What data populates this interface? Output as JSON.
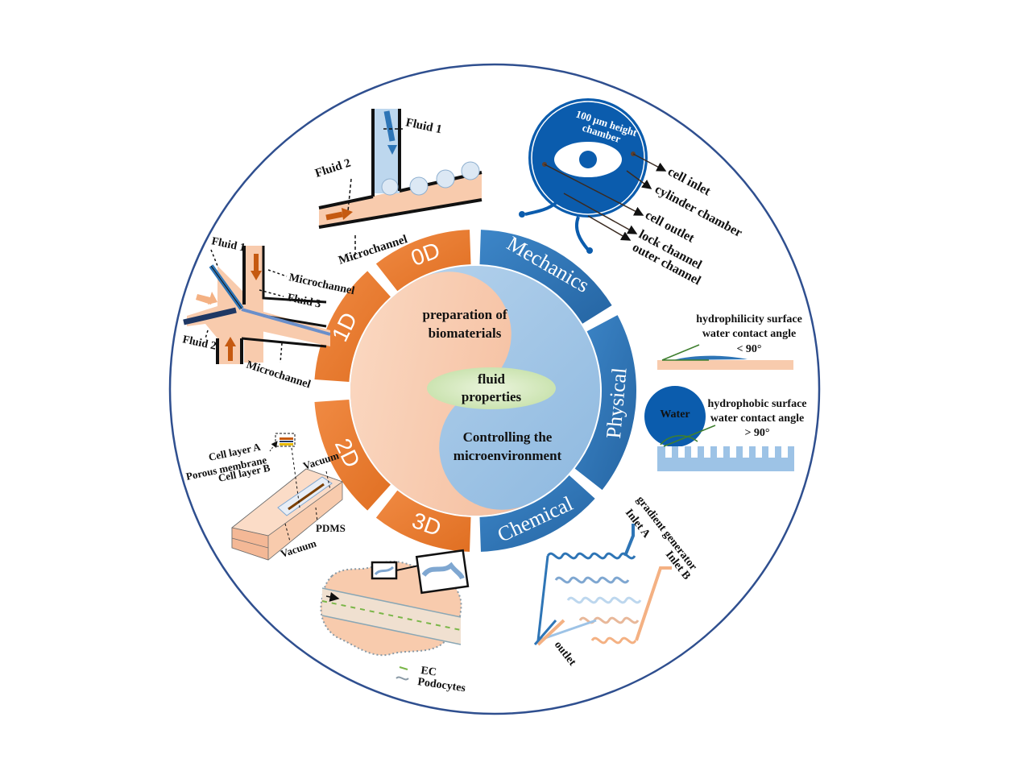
{
  "center": {
    "top_text_1": "preparation of",
    "top_text_2": "biomaterials",
    "middle_text_1": "fluid",
    "middle_text_2": "properties",
    "bottom_text_1": "Controlling the",
    "bottom_text_2": "microenvironment"
  },
  "segments_left": [
    "0D",
    "1D",
    "2D",
    "3D"
  ],
  "segments_right": [
    "Mechanics",
    "Physical",
    "Chemical"
  ],
  "panel_0d": {
    "fluid1": "Fluid 1",
    "fluid2": "Fluid 2",
    "microchannel": "Microchannel"
  },
  "panel_1d": {
    "fluid1": "Fluid 1",
    "fluid2": "Fluid 2",
    "fluid3": "Fluid 3",
    "microchannel_top": "Microchannel",
    "microchannel_bottom": "Microchannel"
  },
  "panel_2d": {
    "cell_layer_a": "Cell layer A",
    "porous_membrane": "Porous membrane",
    "cell_layer_b": "Cell layer B",
    "vacuum_top": "Vacuum",
    "pdms": "PDMS",
    "vacuum_bottom": "Vacuum"
  },
  "panel_3d": {
    "ec": "EC",
    "podocytes": "Podocytes"
  },
  "panel_mechanics": {
    "chamber_1": "100 μm height",
    "chamber_2": "chamber",
    "cell_inlet": "cell inlet",
    "cylinder_chamber": "cylinder chamber",
    "cell_outlet": "cell outlet",
    "lock_channel": "lock channel",
    "outer_channel": "outer channel"
  },
  "panel_physical": {
    "hydrophilic_1": "hydrophilicity surface",
    "hydrophilic_2": "water contact angle",
    "hydrophilic_3": "< 90°",
    "water": "Water",
    "hydrophobic_1": "hydrophobic surface",
    "hydrophobic_2": "water contact angle",
    "hydrophobic_3": "> 90°"
  },
  "panel_chemical": {
    "gradient_generator": "gradient generator",
    "inlet_a": "Inlet A",
    "inlet_b": "Inlet B",
    "outlet": "outlet"
  },
  "colors": {
    "orange": "#ED7D31",
    "blue": "#2E75B6",
    "peach": "#F8CBAD",
    "light_blue": "#9DC3E6",
    "green_oval": "#D9EAC4",
    "dark_blue": "#0B5CAD",
    "circle_border": "#2F4F8F"
  }
}
